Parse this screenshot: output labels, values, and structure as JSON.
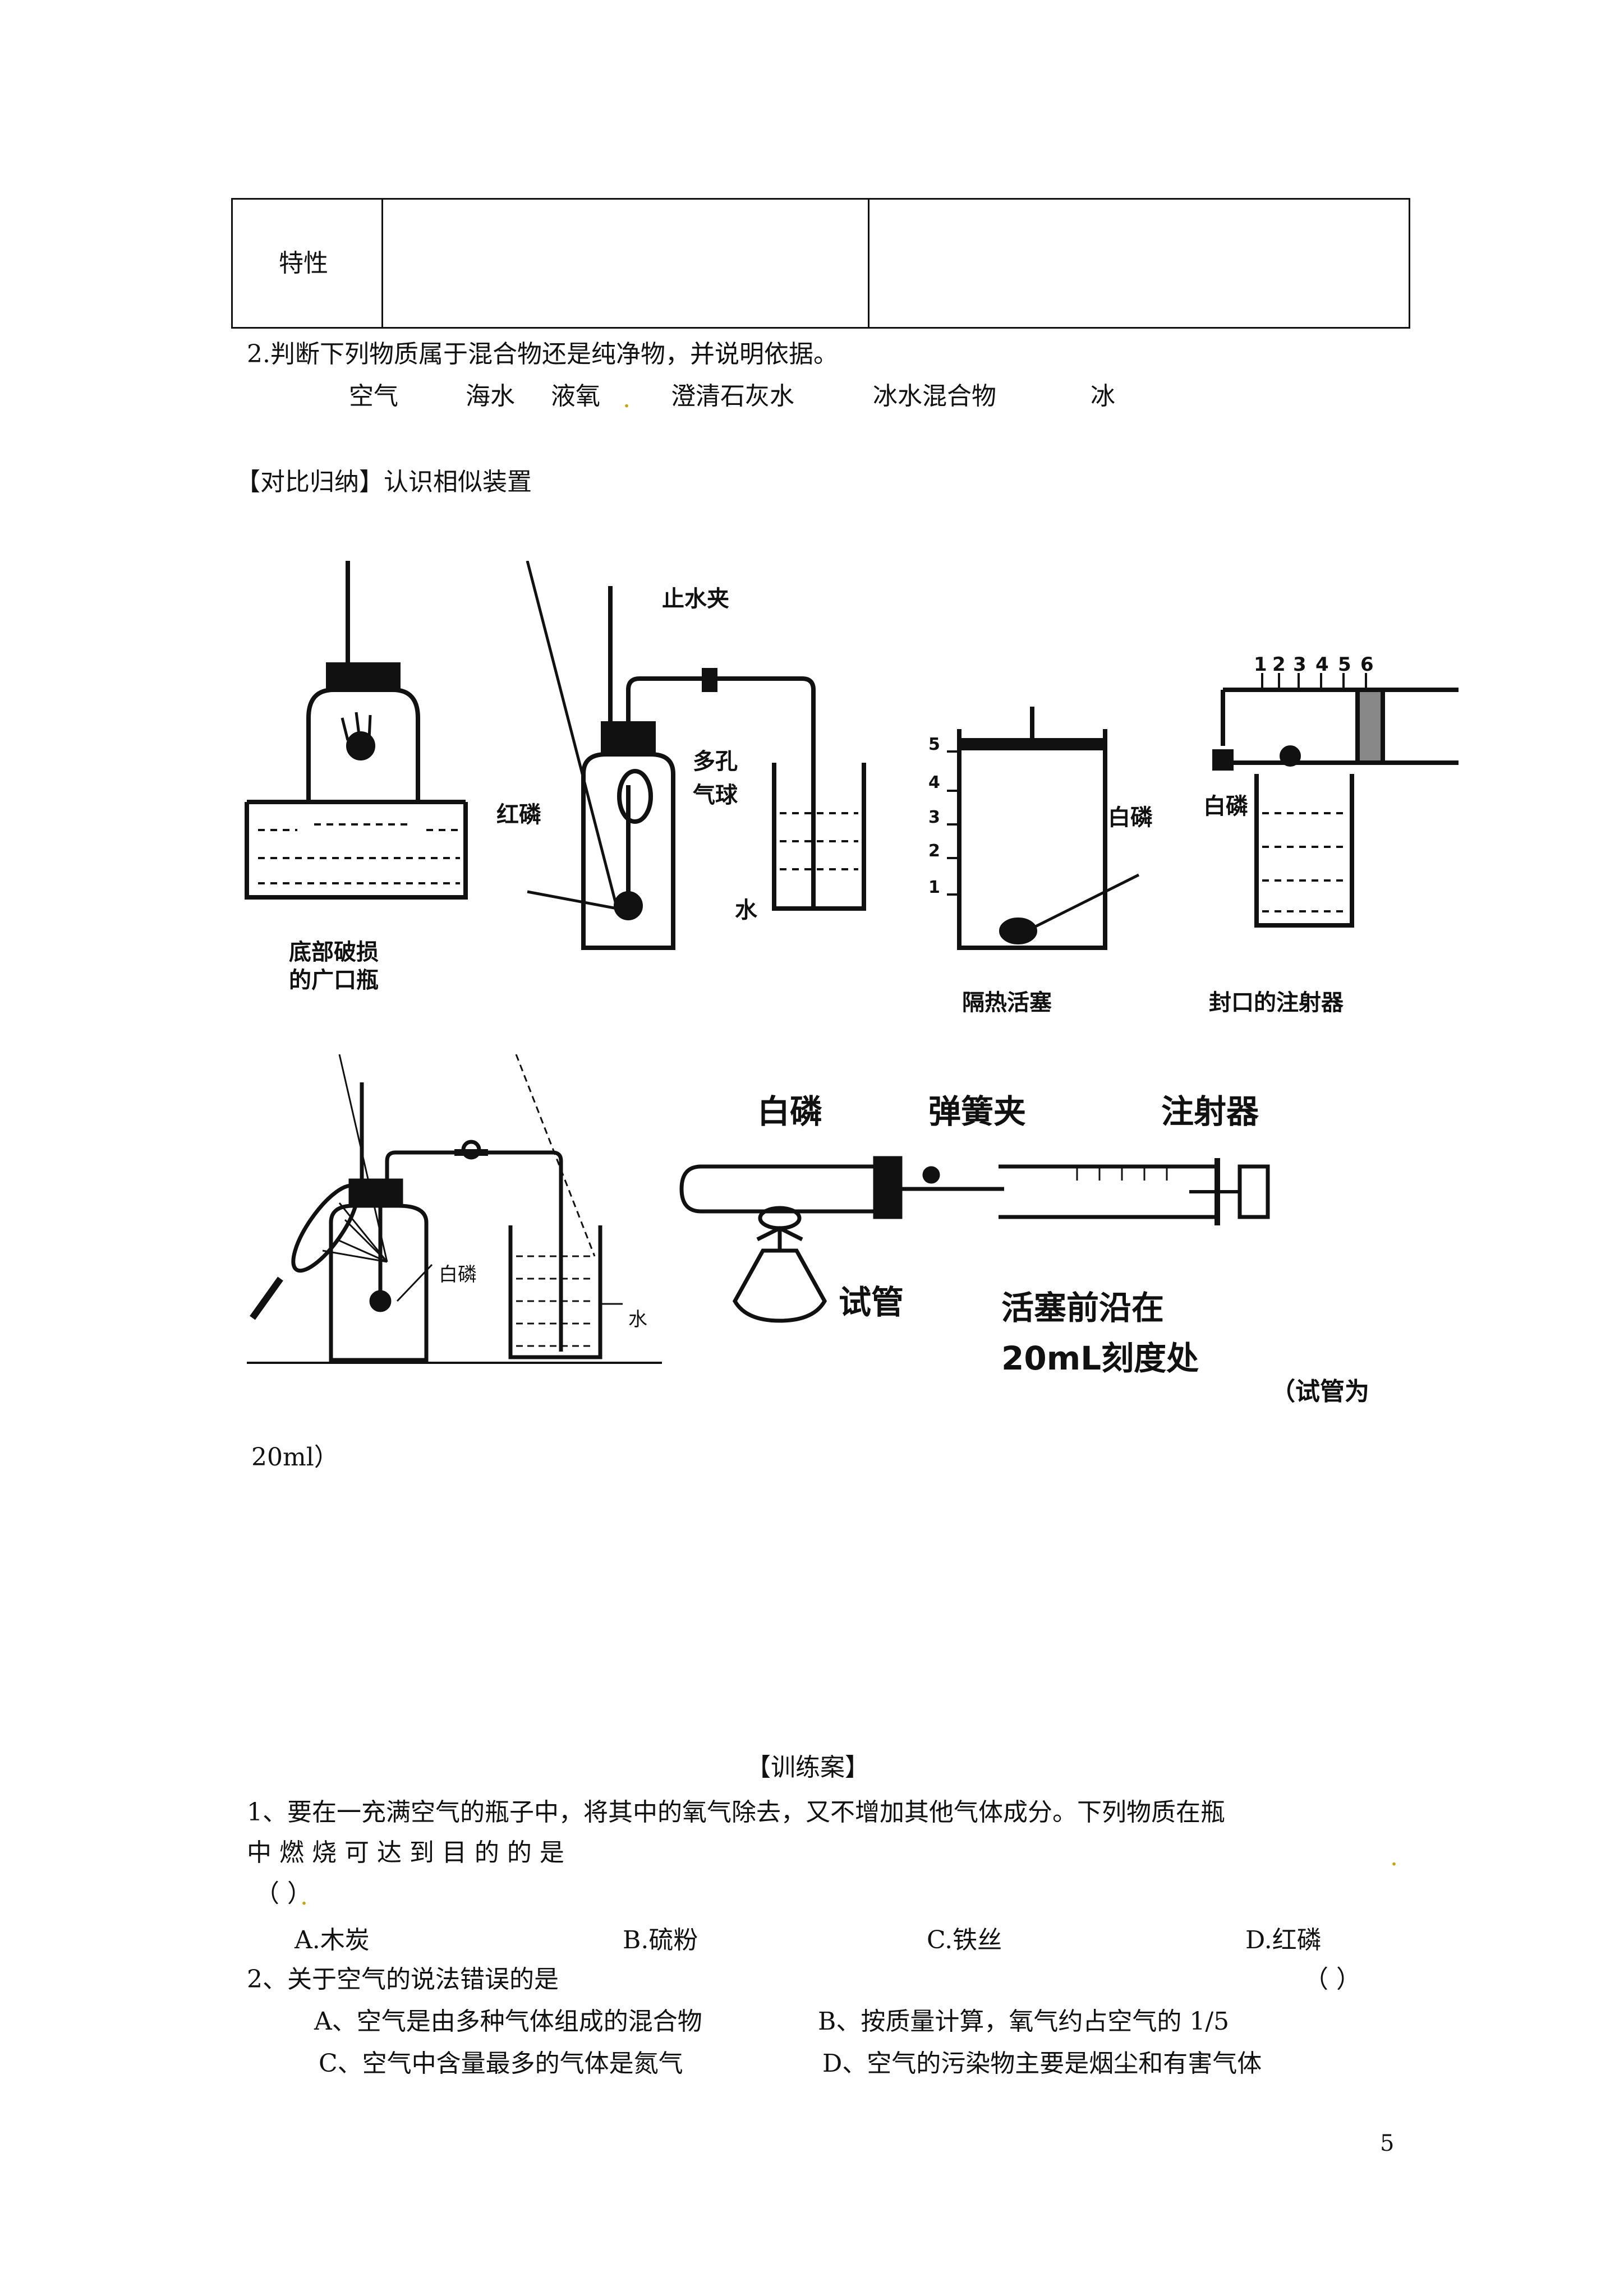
{
  "table": {
    "row_label": "特性"
  },
  "q2": {
    "prompt": "2.判断下列物质属于混合物还是纯净物，并说明依据。",
    "items": [
      "空气",
      "海水",
      "液氧",
      "澄清石灰水",
      "冰水混合物",
      "冰"
    ]
  },
  "section": {
    "heading": "【对比归纳】认识相似装置"
  },
  "figures_row1": {
    "fig1_caption_line1": "底部破损",
    "fig1_caption_line2": "的广口瓶",
    "fig2_clip": "止水夹",
    "fig2_balloon_1": "多孔",
    "fig2_balloon_2": "气球",
    "fig2_phosphorus": "红磷",
    "fig2_water": "水",
    "fig3_scale": [
      "5",
      "4",
      "3",
      "2",
      "1"
    ],
    "fig3_phosphorus": "白磷",
    "fig3_caption": "隔热活塞",
    "fig4_scale": [
      "1",
      "2",
      "3",
      "4",
      "5",
      "6"
    ],
    "fig4_phosphorus": "白磷",
    "fig4_caption": "封口的注射器"
  },
  "figures_row2": {
    "fig5_phosphorus": "白磷",
    "fig5_water": "水",
    "fig6_white_p": "白磷",
    "fig6_clip": "弹簧夹",
    "fig6_syringe": "注射器",
    "fig6_tube": "试管",
    "fig6_note_1": "活塞前沿在",
    "fig6_note_2": "20mL刻度处",
    "note_right": "（试管为",
    "note_left": "20ml）"
  },
  "training": {
    "title": "【训练案】",
    "q1_line1": "1、要在一充满空气的瓶子中，将其中的氧气除去，又不增加其他气体成分。下列物质在瓶",
    "q1_line2": "中 燃 烧 可 达 到 目 的 的 是",
    "q1_paren": "（          ）",
    "q1_options": [
      "A.木炭",
      "B.硫粉",
      "C.铁丝",
      "D.红磷"
    ],
    "q2_line": "2、关于空气的说法错误的是",
    "q2_paren": "（          ）",
    "q2_opt_a": "A、空气是由多种气体组成的混合物",
    "q2_opt_b": "B、按质量计算，氧气约占空气的 1/5",
    "q2_opt_c": "C、空气中含量最多的气体是氮气",
    "q2_opt_d": "D、空气的污染物主要是烟尘和有害气体"
  },
  "page_number": "5"
}
